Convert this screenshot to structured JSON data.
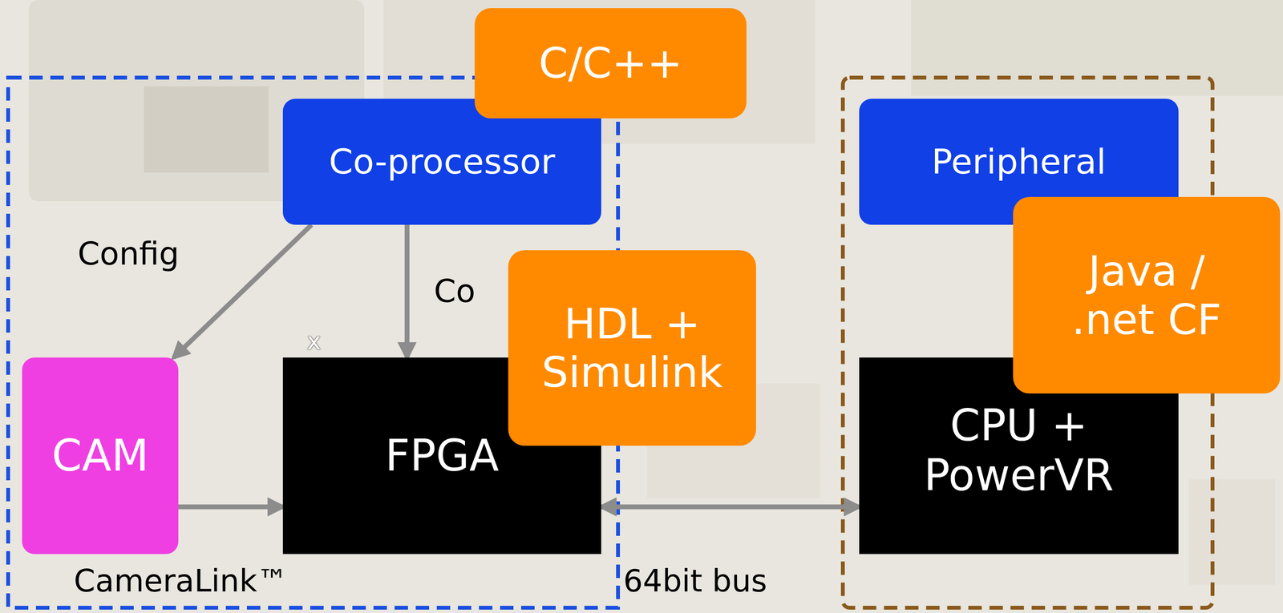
{
  "diagram": {
    "nodes": [
      {
        "text": [
          "C/C++"
        ]
      },
      {
        "text": [
          "Co-processor"
        ]
      },
      {
        "text": [
          "Peripheral"
        ]
      },
      {
        "text": [
          "HDL + Simulink"
        ]
      },
      {
        "text": [
          "Java / .net CF"
        ]
      },
      {
        "text": [
          "CAM"
        ]
      },
      {
        "text": [
          "FPGA"
        ]
      },
      {
        "text": [
          "CPU + PowerVR"
        ]
      }
    ],
    "edges": [
      {
        "from": 1,
        "to": 5,
        "arrow": "to",
        "label": "Config"
      },
      {
        "from": 1,
        "to": 6,
        "arrow": "to",
        "label": "Co"
      },
      {
        "from": 5,
        "to": 6,
        "arrow": "to",
        "label": "CameraLink™"
      },
      {
        "from": 6,
        "to": 7,
        "arrow": "both",
        "label": "64bit bus"
      }
    ],
    "labels": [
      "x"
    ]
  }
}
